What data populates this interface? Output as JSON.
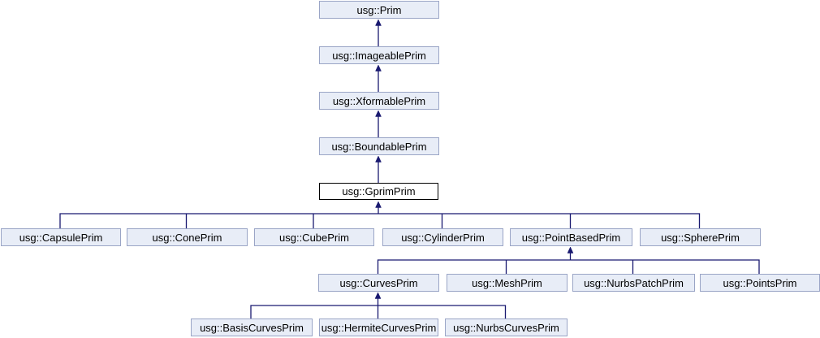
{
  "diagram": {
    "kind": "class-inheritance-graph",
    "colors": {
      "node_fill": "#E8EDF7",
      "node_border": "#9AA5C6",
      "current_fill": "#FFFFFF",
      "current_border": "#000000",
      "edge": "#191970",
      "text": "#000000",
      "background": "#FFFFFF"
    },
    "nodes": [
      {
        "id": "prim",
        "label": "usg::Prim",
        "current": false
      },
      {
        "id": "imageable",
        "label": "usg::ImageablePrim",
        "current": false
      },
      {
        "id": "xformable",
        "label": "usg::XformablePrim",
        "current": false
      },
      {
        "id": "boundable",
        "label": "usg::BoundablePrim",
        "current": false
      },
      {
        "id": "gprim",
        "label": "usg::GprimPrim",
        "current": true
      },
      {
        "id": "capsule",
        "label": "usg::CapsulePrim",
        "current": false
      },
      {
        "id": "cone",
        "label": "usg::ConePrim",
        "current": false
      },
      {
        "id": "cube",
        "label": "usg::CubePrim",
        "current": false
      },
      {
        "id": "cylinder",
        "label": "usg::CylinderPrim",
        "current": false
      },
      {
        "id": "pointbased",
        "label": "usg::PointBasedPrim",
        "current": false
      },
      {
        "id": "sphere",
        "label": "usg::SpherePrim",
        "current": false
      },
      {
        "id": "curves",
        "label": "usg::CurvesPrim",
        "current": false
      },
      {
        "id": "mesh",
        "label": "usg::MeshPrim",
        "current": false
      },
      {
        "id": "nurbspatch",
        "label": "usg::NurbsPatchPrim",
        "current": false
      },
      {
        "id": "points",
        "label": "usg::PointsPrim",
        "current": false
      },
      {
        "id": "basiscurves",
        "label": "usg::BasisCurvesPrim",
        "current": false
      },
      {
        "id": "hermitecurves",
        "label": "usg::HermiteCurvesPrim",
        "current": false
      },
      {
        "id": "nurbscurves",
        "label": "usg::NurbsCurvesPrim",
        "current": false
      }
    ],
    "edges": [
      {
        "derived": "imageable",
        "base": "prim"
      },
      {
        "derived": "xformable",
        "base": "imageable"
      },
      {
        "derived": "boundable",
        "base": "xformable"
      },
      {
        "derived": "gprim",
        "base": "boundable"
      },
      {
        "derived": "capsule",
        "base": "gprim"
      },
      {
        "derived": "cone",
        "base": "gprim"
      },
      {
        "derived": "cube",
        "base": "gprim"
      },
      {
        "derived": "cylinder",
        "base": "gprim"
      },
      {
        "derived": "pointbased",
        "base": "gprim"
      },
      {
        "derived": "sphere",
        "base": "gprim"
      },
      {
        "derived": "curves",
        "base": "pointbased"
      },
      {
        "derived": "mesh",
        "base": "pointbased"
      },
      {
        "derived": "nurbspatch",
        "base": "pointbased"
      },
      {
        "derived": "points",
        "base": "pointbased"
      },
      {
        "derived": "basiscurves",
        "base": "curves"
      },
      {
        "derived": "hermitecurves",
        "base": "curves"
      },
      {
        "derived": "nurbscurves",
        "base": "curves"
      }
    ]
  }
}
